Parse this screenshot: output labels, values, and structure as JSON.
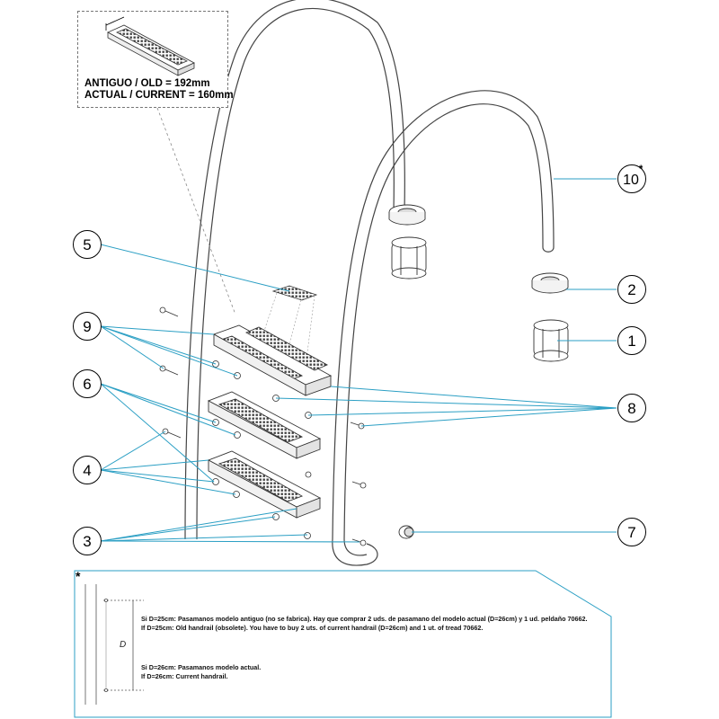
{
  "inset": {
    "old_label": "ANTIGUO / OLD = 192mm",
    "current_label": "ACTUAL / CURRENT = 160mm"
  },
  "callouts": [
    {
      "id": "1"
    },
    {
      "id": "2"
    },
    {
      "id": "3"
    },
    {
      "id": "4"
    },
    {
      "id": "5"
    },
    {
      "id": "6"
    },
    {
      "id": "7"
    },
    {
      "id": "8"
    },
    {
      "id": "9"
    },
    {
      "id": "10"
    }
  ],
  "callout_10_marker": "*",
  "note": {
    "marker": "*",
    "dimension_label": "D",
    "line1_es": "Si D=25cm: Pasamanos modelo antiguo (no se fabrica). Hay que comprar 2 uds. de pasamano del modelo actual (D=26cm) y 1 ud. peldaño 70662.",
    "line1_en": "If D=25cm: Old handrail (obsolete). You have to buy 2 uts. of current handrail (D=26cm) and 1 ut. of tread 70662.",
    "line2_es": "Si D=26cm: Pasamanos modelo actual.",
    "line2_en": "If D=26cm: Current handrail."
  },
  "colors": {
    "leader": "#2b9fc4",
    "outline": "#333333",
    "tread_texture": "#555555"
  }
}
